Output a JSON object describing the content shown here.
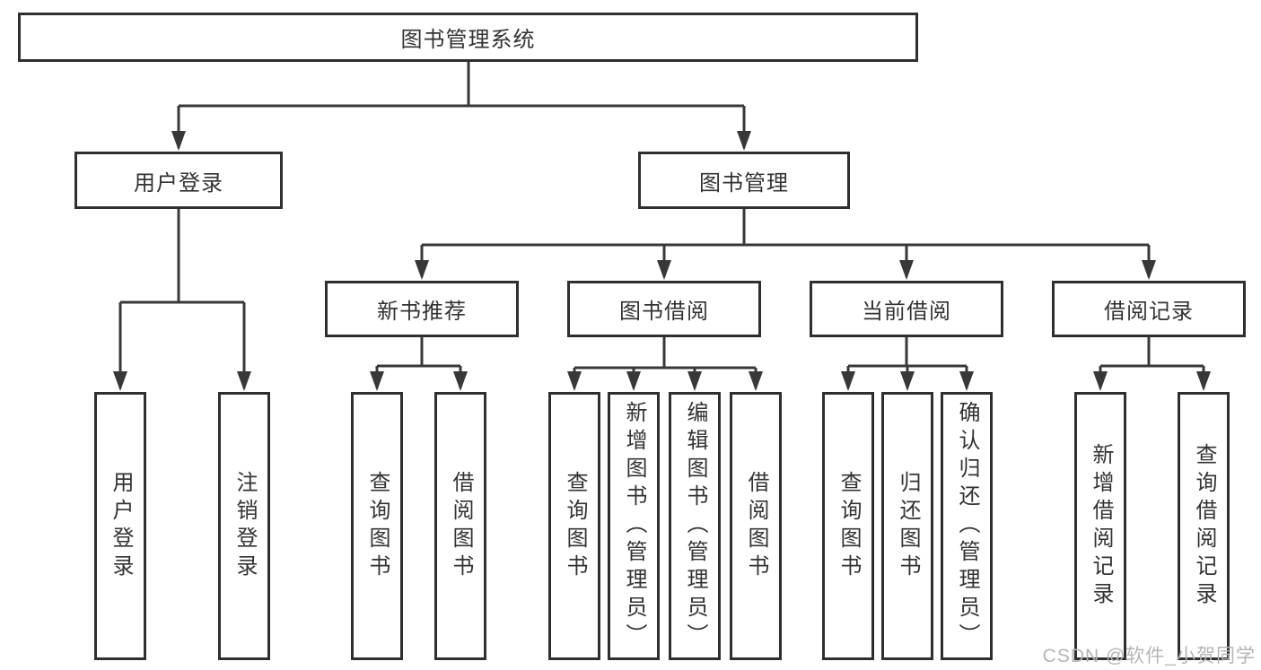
{
  "diagram": {
    "root": {
      "label": "图书管理系统"
    },
    "level2": [
      {
        "label": "用户登录"
      },
      {
        "label": "图书管理"
      }
    ],
    "level3": [
      {
        "label": "新书推荐"
      },
      {
        "label": "图书借阅"
      },
      {
        "label": "当前借阅"
      },
      {
        "label": "借阅记录"
      }
    ],
    "leaves": [
      {
        "label": "用户登录"
      },
      {
        "label": "注销登录"
      },
      {
        "label": "查询图书"
      },
      {
        "label": "借阅图书"
      },
      {
        "label": "查询图书"
      },
      {
        "label": "新增图书（管理员）"
      },
      {
        "label": "编辑图书（管理员）"
      },
      {
        "label": "借阅图书"
      },
      {
        "label": "查询图书"
      },
      {
        "label": "归还图书"
      },
      {
        "label": "确认归还（管理员）"
      },
      {
        "label": "新增借阅记录"
      },
      {
        "label": "查询借阅记录"
      }
    ]
  },
  "watermark": "CSDN @软件_小贺同学",
  "theme": {
    "line_color": "#383838",
    "box_border": "#2f2f2f",
    "box_fill": "#ffffff",
    "text_color": "#333333",
    "watermark_color": "#b5b5b5",
    "background": "#ffffff"
  }
}
